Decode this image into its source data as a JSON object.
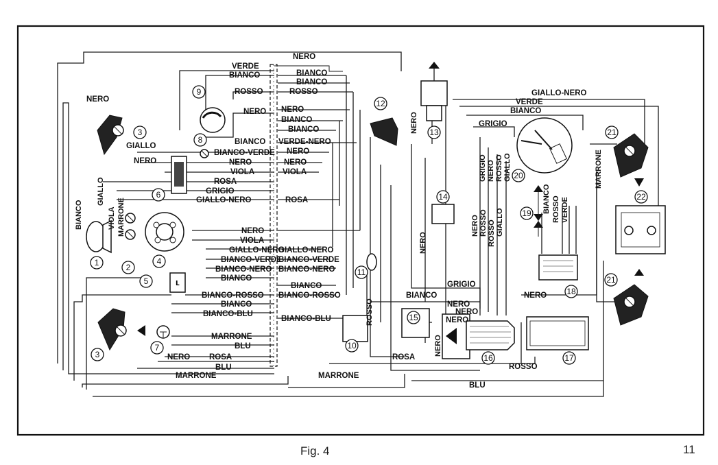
{
  "caption": "Fig. 4",
  "page_number": "11",
  "wire_labels": {
    "nero_top": "NERO",
    "verde_1": "VERDE",
    "bianco_1": "BIANCO",
    "bianco_r1": "BIANCO",
    "bianco_r2": "BIANCO",
    "rosso_1": "ROSSO",
    "rosso_r1": "ROSSO",
    "nero_left": "NERO",
    "nero_2": "NERO",
    "nero_r2": "NERO",
    "bianco_r3": "BIANCO",
    "bianco_r4": "BIANCO",
    "bianco_3": "BIANCO",
    "verde_nero_r": "VERDE-NERO",
    "bianco_verde_1": "BIANCO-VERDE",
    "nero_r3": "NERO",
    "nero_3": "NERO",
    "nero_r4": "NERO",
    "viola_1": "VIOLA",
    "viola_r1": "VIOLA",
    "rosa_1": "ROSA",
    "grigio_1": "GRIGIO",
    "giallo_nero_1": "GIALLO-NERO",
    "rosa_r1": "ROSA",
    "giallo_1": "GIALLO",
    "nero_4": "NERO",
    "nero_5": "NERO",
    "viola_2": "VIOLA",
    "giallo_nero_2": "GIALLO-NERO",
    "giallo_nero_r2": "GIALLO-NERO",
    "bianco_verde_2": "BIANCO-VERDE",
    "bianco_verde_r2": "BIANCO-VERDE",
    "bianco_nero_1": "BIANCO-NERO",
    "bianco_nero_r1": "BIANCO-NERO",
    "bianco_5": "BIANCO",
    "bianco_r5": "BIANCO",
    "bianco_rosso_1": "BIANCO-ROSSO",
    "bianco_rosso_r1": "BIANCO-ROSSO",
    "bianco_6": "BIANCO",
    "bianco_blu_1": "BIANCO-BLU",
    "bianco_blu_r1": "BIANCO-BLU",
    "marrone_1": "MARRONE",
    "blu_1": "BLU",
    "nero_6": "NERO",
    "rosa_2": "ROSA",
    "blu_2": "BLU",
    "marrone_2": "MARRONE",
    "marrone_3": "MARRONE",
    "blu_3": "BLU",
    "bianco_left": "BIANCO",
    "giallo_left": "GIALLO",
    "viola_left": "VIOLA",
    "marrone_left": "MARRONE",
    "nero_12": "NERO",
    "rosso_11": "ROSSO",
    "nero_14": "NERO",
    "giallo_nero_top": "GIALLO-NERO",
    "verde_top": "VERDE",
    "bianco_top": "BIANCO",
    "grigio_top": "GRIGIO",
    "marrone_right": "MARRONE",
    "bianco_19": "BIANCO",
    "rosso_19": "ROSSO",
    "verde_19": "VERDE",
    "grigio_20": "GRIGIO",
    "nero_20": "NERO",
    "rosso_20": "ROSSO",
    "giallo_20": "GIALLO",
    "nero_a": "NERO",
    "rosso_a": "ROSSO",
    "rosso_b": "ROSSO",
    "giallo_a": "GIALLO",
    "grigio_mid": "GRIGIO",
    "bianco_mid": "BIANCO",
    "nero_mid": "NERO",
    "nero_mid2": "NERO",
    "nero_16": "NERO",
    "nero_16b": "NERO",
    "rosa_15": "ROSA",
    "rosso_17": "ROSSO",
    "nero_18": "NERO",
    "marrone_bottom": "MARRONE",
    "blu_bottom": "BLU"
  },
  "component_numbers": [
    "1",
    "2",
    "3",
    "3",
    "4",
    "5",
    "6",
    "7",
    "8",
    "9",
    "10",
    "11",
    "12",
    "13",
    "14",
    "15",
    "16",
    "17",
    "18",
    "19",
    "20",
    "21",
    "21",
    "22"
  ]
}
